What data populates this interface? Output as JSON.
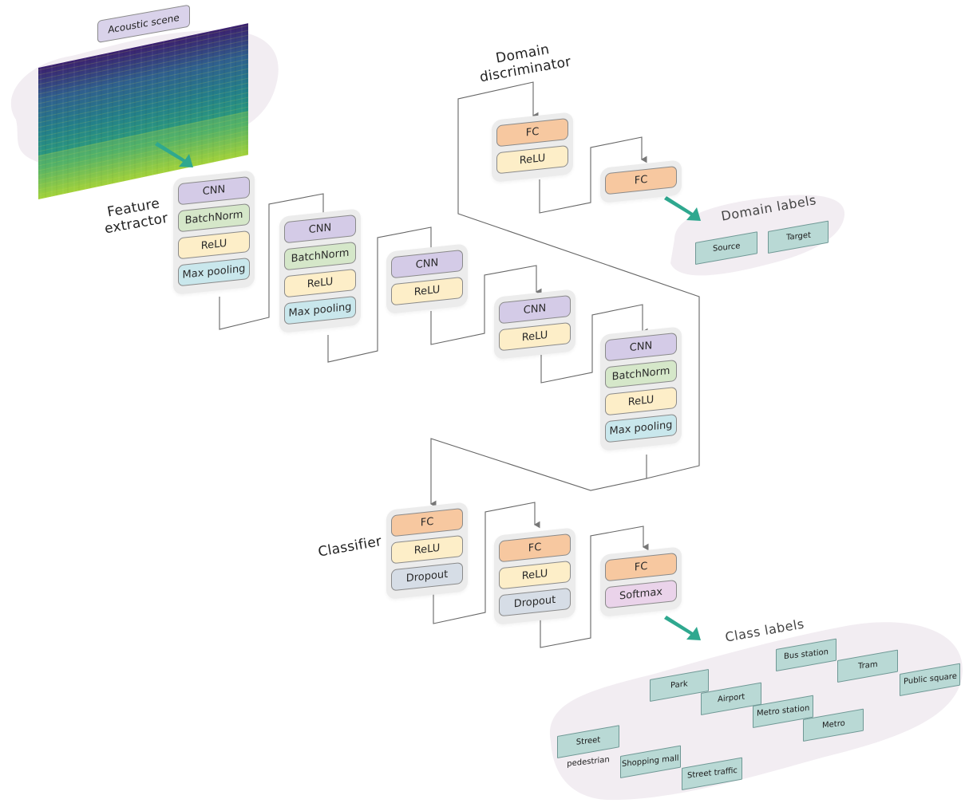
{
  "input": {
    "title": "Acoustic scene"
  },
  "stages": {
    "feature_extractor": "Feature\nextractor",
    "domain_discriminator": "Domain\ndiscriminator",
    "classifier": "Classifier"
  },
  "feature_extractor_blocks": [
    [
      "CNN",
      "BatchNorm",
      "ReLU",
      "Max pooling"
    ],
    [
      "CNN",
      "BatchNorm",
      "ReLU",
      "Max pooling"
    ],
    [
      "CNN",
      "ReLU"
    ],
    [
      "CNN",
      "ReLU"
    ],
    [
      "CNN",
      "BatchNorm",
      "ReLU",
      "Max pooling"
    ]
  ],
  "domain_discriminator_blocks": [
    [
      "FC",
      "ReLU"
    ],
    [
      "FC"
    ]
  ],
  "classifier_blocks": [
    [
      "FC",
      "ReLU",
      "Dropout"
    ],
    [
      "FC",
      "ReLU",
      "Dropout"
    ],
    [
      "FC",
      "Softmax"
    ]
  ],
  "domain_labels": {
    "title": "Domain labels",
    "items": [
      "Source",
      "Target"
    ]
  },
  "class_labels": {
    "title": "Class labels",
    "items": [
      "Park",
      "Bus station",
      "Tram",
      "Airport",
      "Public square",
      "Metro station",
      "Street pedestrian",
      "Metro",
      "Shopping mall",
      "Street traffic"
    ]
  },
  "colors": {
    "arrow": "#2fa88f",
    "CNN": "#d4cbe7",
    "BatchNorm": "#d5e7c9",
    "ReLU": "#fdeec8",
    "Max pooling": "#c9e7ec",
    "FC": "#f7c8a0",
    "Dropout": "#d6dde6",
    "Softmax": "#ead3ea",
    "label_tag": "#b9d9d5",
    "cloud": "#f3eef3"
  }
}
